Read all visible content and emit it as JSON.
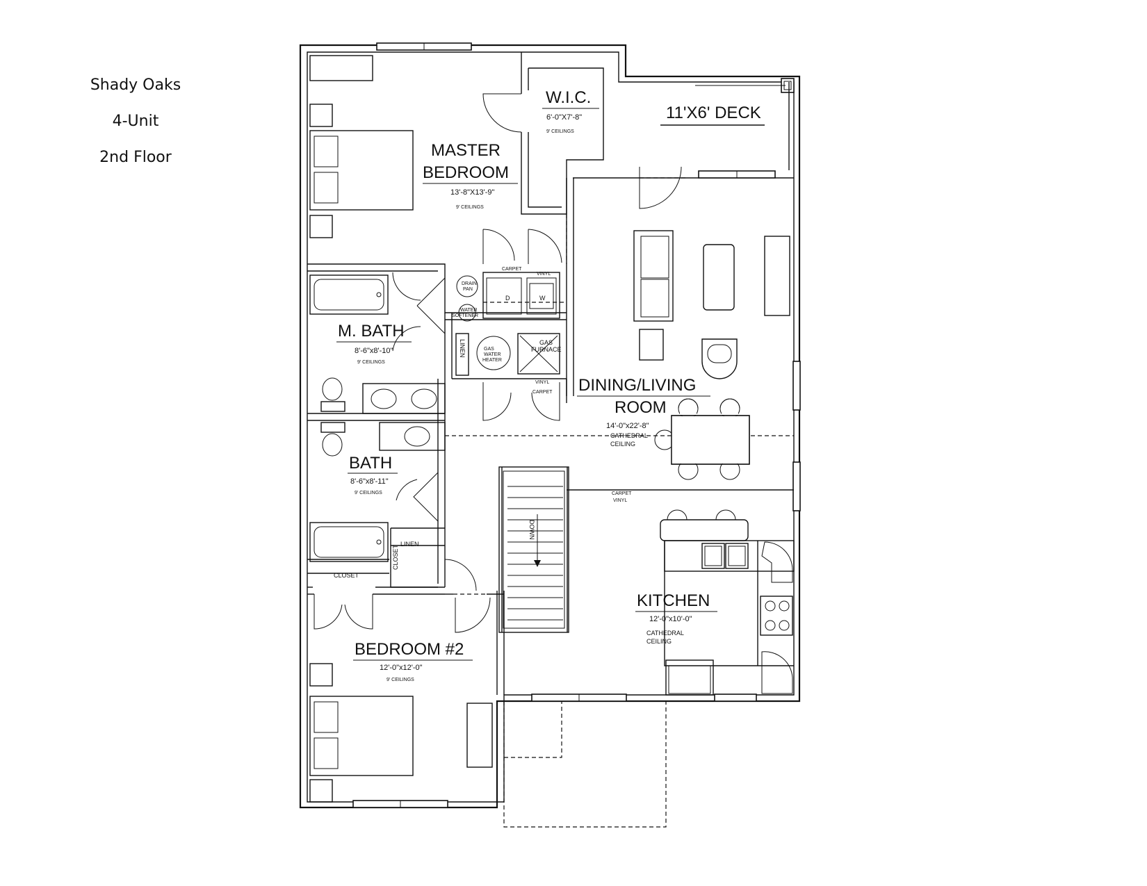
{
  "caption": {
    "community": "Shady Oaks",
    "building": "4-Unit",
    "floor": "2nd Floor"
  },
  "rooms": {
    "wic": {
      "name": "W.I.C.",
      "size": "6'-0\"X7'-8\"",
      "ceiling": "9' CEILINGS"
    },
    "deck": {
      "name": "11'X6' DECK"
    },
    "master_bedroom": {
      "name_line1": "MASTER",
      "name_line2": "BEDROOM",
      "size": "13'-8\"X13'-9\"",
      "ceiling": "9' CEILINGS"
    },
    "master_bath": {
      "name": "M. BATH",
      "size": "8'-6\"x8'-10\"",
      "ceiling": "9' CEILINGS"
    },
    "dining_living": {
      "name_line1": "DINING/LIVING",
      "name_line2": "ROOM",
      "size": "14'-0\"x22'-8\"",
      "ceiling_line1": "CATHEDRAL",
      "ceiling_line2": "CEILING"
    },
    "bath": {
      "name": "BATH",
      "size": "8'-6\"x8'-11\"",
      "ceiling": "9' CEILINGS"
    },
    "kitchen": {
      "name": "KITCHEN",
      "size": "12'-0\"x10'-0\"",
      "ceiling_line1": "CATHEDRAL",
      "ceiling_line2": "CEILING"
    },
    "bedroom2": {
      "name": "BEDROOM #2",
      "size": "12'-0\"x12'-0\"",
      "ceiling": "9' CEILINGS"
    }
  },
  "labels": {
    "carpet": "CARPET",
    "vinyl": "VINYL",
    "dryer": "D",
    "washer": "W",
    "drain_pan_line1": "DRAIN",
    "drain_pan_line2": "PAN",
    "water_softener_line1": "WATER",
    "water_softener_line2": "SOFTENER",
    "linen": "LINEN",
    "gas_water_heater_line1": "GAS",
    "gas_water_heater_line2": "WATER",
    "gas_water_heater_line3": "HEATER",
    "gas_furnace_line1": "GAS",
    "gas_furnace_line2": "FURNACE",
    "linen2": "LINEN",
    "closet": "CLOSET",
    "closet2": "CLOSET",
    "stair_down": "DOWN"
  }
}
